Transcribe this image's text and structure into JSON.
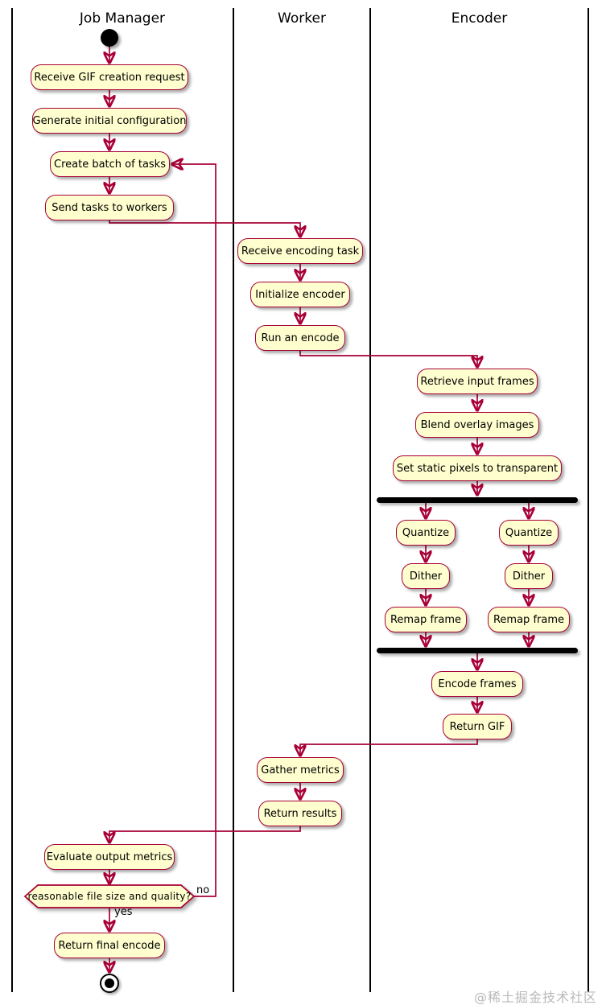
{
  "diagram_type": "activity-diagram-with-swimlanes",
  "lanes": [
    {
      "label": "Job Manager"
    },
    {
      "label": "Worker"
    },
    {
      "label": "Encoder"
    }
  ],
  "activities": {
    "receive_request": "Receive GIF creation request",
    "generate_config": "Generate initial configuration",
    "create_batch": "Create batch of tasks",
    "send_tasks": "Send tasks to workers",
    "receive_task": "Receive encoding task",
    "init_encoder": "Initialize encoder",
    "run_encode": "Run an encode",
    "retrieve_frames": "Retrieve input frames",
    "blend_overlay": "Blend overlay images",
    "set_static": "Set static pixels to transparent",
    "encode_frames": "Encode frames",
    "return_gif": "Return GIF",
    "gather_metrics": "Gather metrics",
    "return_results": "Return results",
    "evaluate_metrics": "Evaluate output metrics",
    "return_final": "Return final encode"
  },
  "parallel": {
    "left": {
      "quantize": "Quantize",
      "dither": "Dither",
      "remap": "Remap frame"
    },
    "right": {
      "quantize": "Quantize",
      "dither": "Dither",
      "remap": "Remap frame"
    }
  },
  "decision": {
    "label": "reasonable file size and quality?",
    "yes": "yes",
    "no": "no"
  },
  "colors": {
    "activity_fill": "#FEFECE",
    "activity_border": "#A80036",
    "arrow": "#A80036",
    "bar": "#000000",
    "lane_line": "#000000",
    "watermark_gray": "#b9b9b9"
  },
  "watermark": "@稀土掘金技术社区"
}
